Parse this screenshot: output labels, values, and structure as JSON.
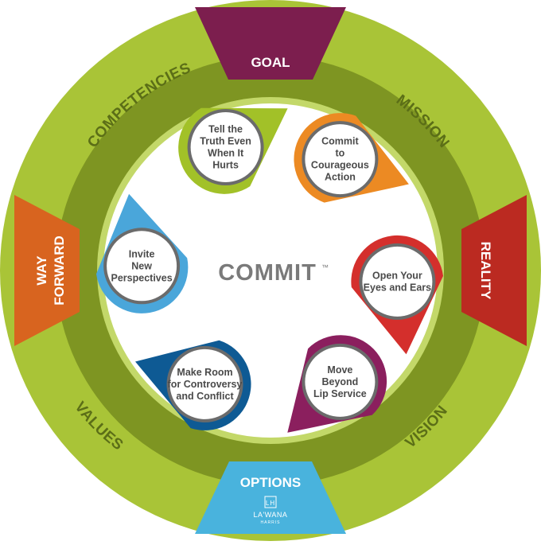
{
  "center": {
    "word": "COMMIT",
    "mark": "™"
  },
  "ring_labels": {
    "competencies": "COMPETENCIES",
    "mission": "MISSION",
    "values": "VALUES",
    "vision": "VISION"
  },
  "segments": {
    "goal": "GOAL",
    "options": "OPTIONS",
    "reality": "REALITY",
    "way": "WAY",
    "forward": "FORWARD"
  },
  "petals": [
    {
      "lines": [
        "Tell the",
        "Truth Even",
        "When It",
        "Hurts"
      ],
      "color": "#a2c128"
    },
    {
      "lines": [
        "Commit",
        "to",
        "Courageous",
        "Action"
      ],
      "color": "#ec8a23"
    },
    {
      "lines": [
        "Open Your",
        "Eyes and Ears"
      ],
      "color": "#d42f2c"
    },
    {
      "lines": [
        "Move",
        "Beyond",
        "Lip Service"
      ],
      "color": "#8b1f5e"
    },
    {
      "lines": [
        "Make Room",
        "for Controversy",
        "and Conflict"
      ],
      "color": "#0e5a94"
    },
    {
      "lines": [
        "Invite",
        "New",
        "Perspectives"
      ],
      "color": "#4aa6da"
    }
  ],
  "brand": {
    "name": "LA'WANA",
    "sub": "HARRIS",
    "monogram": "LH"
  },
  "colors": {
    "outer_ring": "#a9c437",
    "inner_ring": "#7e9522",
    "thin_ring": "#c3d869",
    "goal": "#7c1e4e",
    "options": "#49b3dd",
    "reality": "#bb2a21",
    "way_forward": "#d8641f",
    "ring_text": "#5b6e17"
  }
}
